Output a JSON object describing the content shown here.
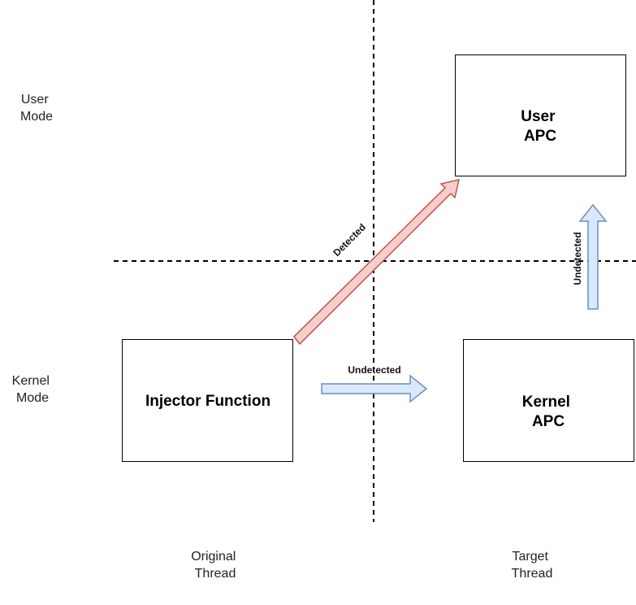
{
  "diagram": {
    "rows": {
      "user_mode": [
        "User",
        "Mode"
      ],
      "kernel_mode": [
        "Kernel",
        "Mode"
      ]
    },
    "columns": {
      "original_thread": [
        "Original",
        "Thread"
      ],
      "target_thread": [
        "Target",
        "Thread"
      ]
    },
    "nodes": {
      "injector": [
        "Injector Function"
      ],
      "user_apc": [
        "User",
        "APC"
      ],
      "kernel_apc": [
        "Kernel",
        "APC"
      ]
    },
    "edges": {
      "injector_to_user_apc": {
        "label": "Detected",
        "color": "#f8cecc",
        "stroke": "#b85450"
      },
      "injector_to_kernel_apc": {
        "label": "Undetected",
        "color": "#dae8fc",
        "stroke": "#6c8ebf"
      },
      "kernel_apc_to_user_apc": {
        "label": "Undetected",
        "color": "#dae8fc",
        "stroke": "#6c8ebf"
      }
    }
  }
}
